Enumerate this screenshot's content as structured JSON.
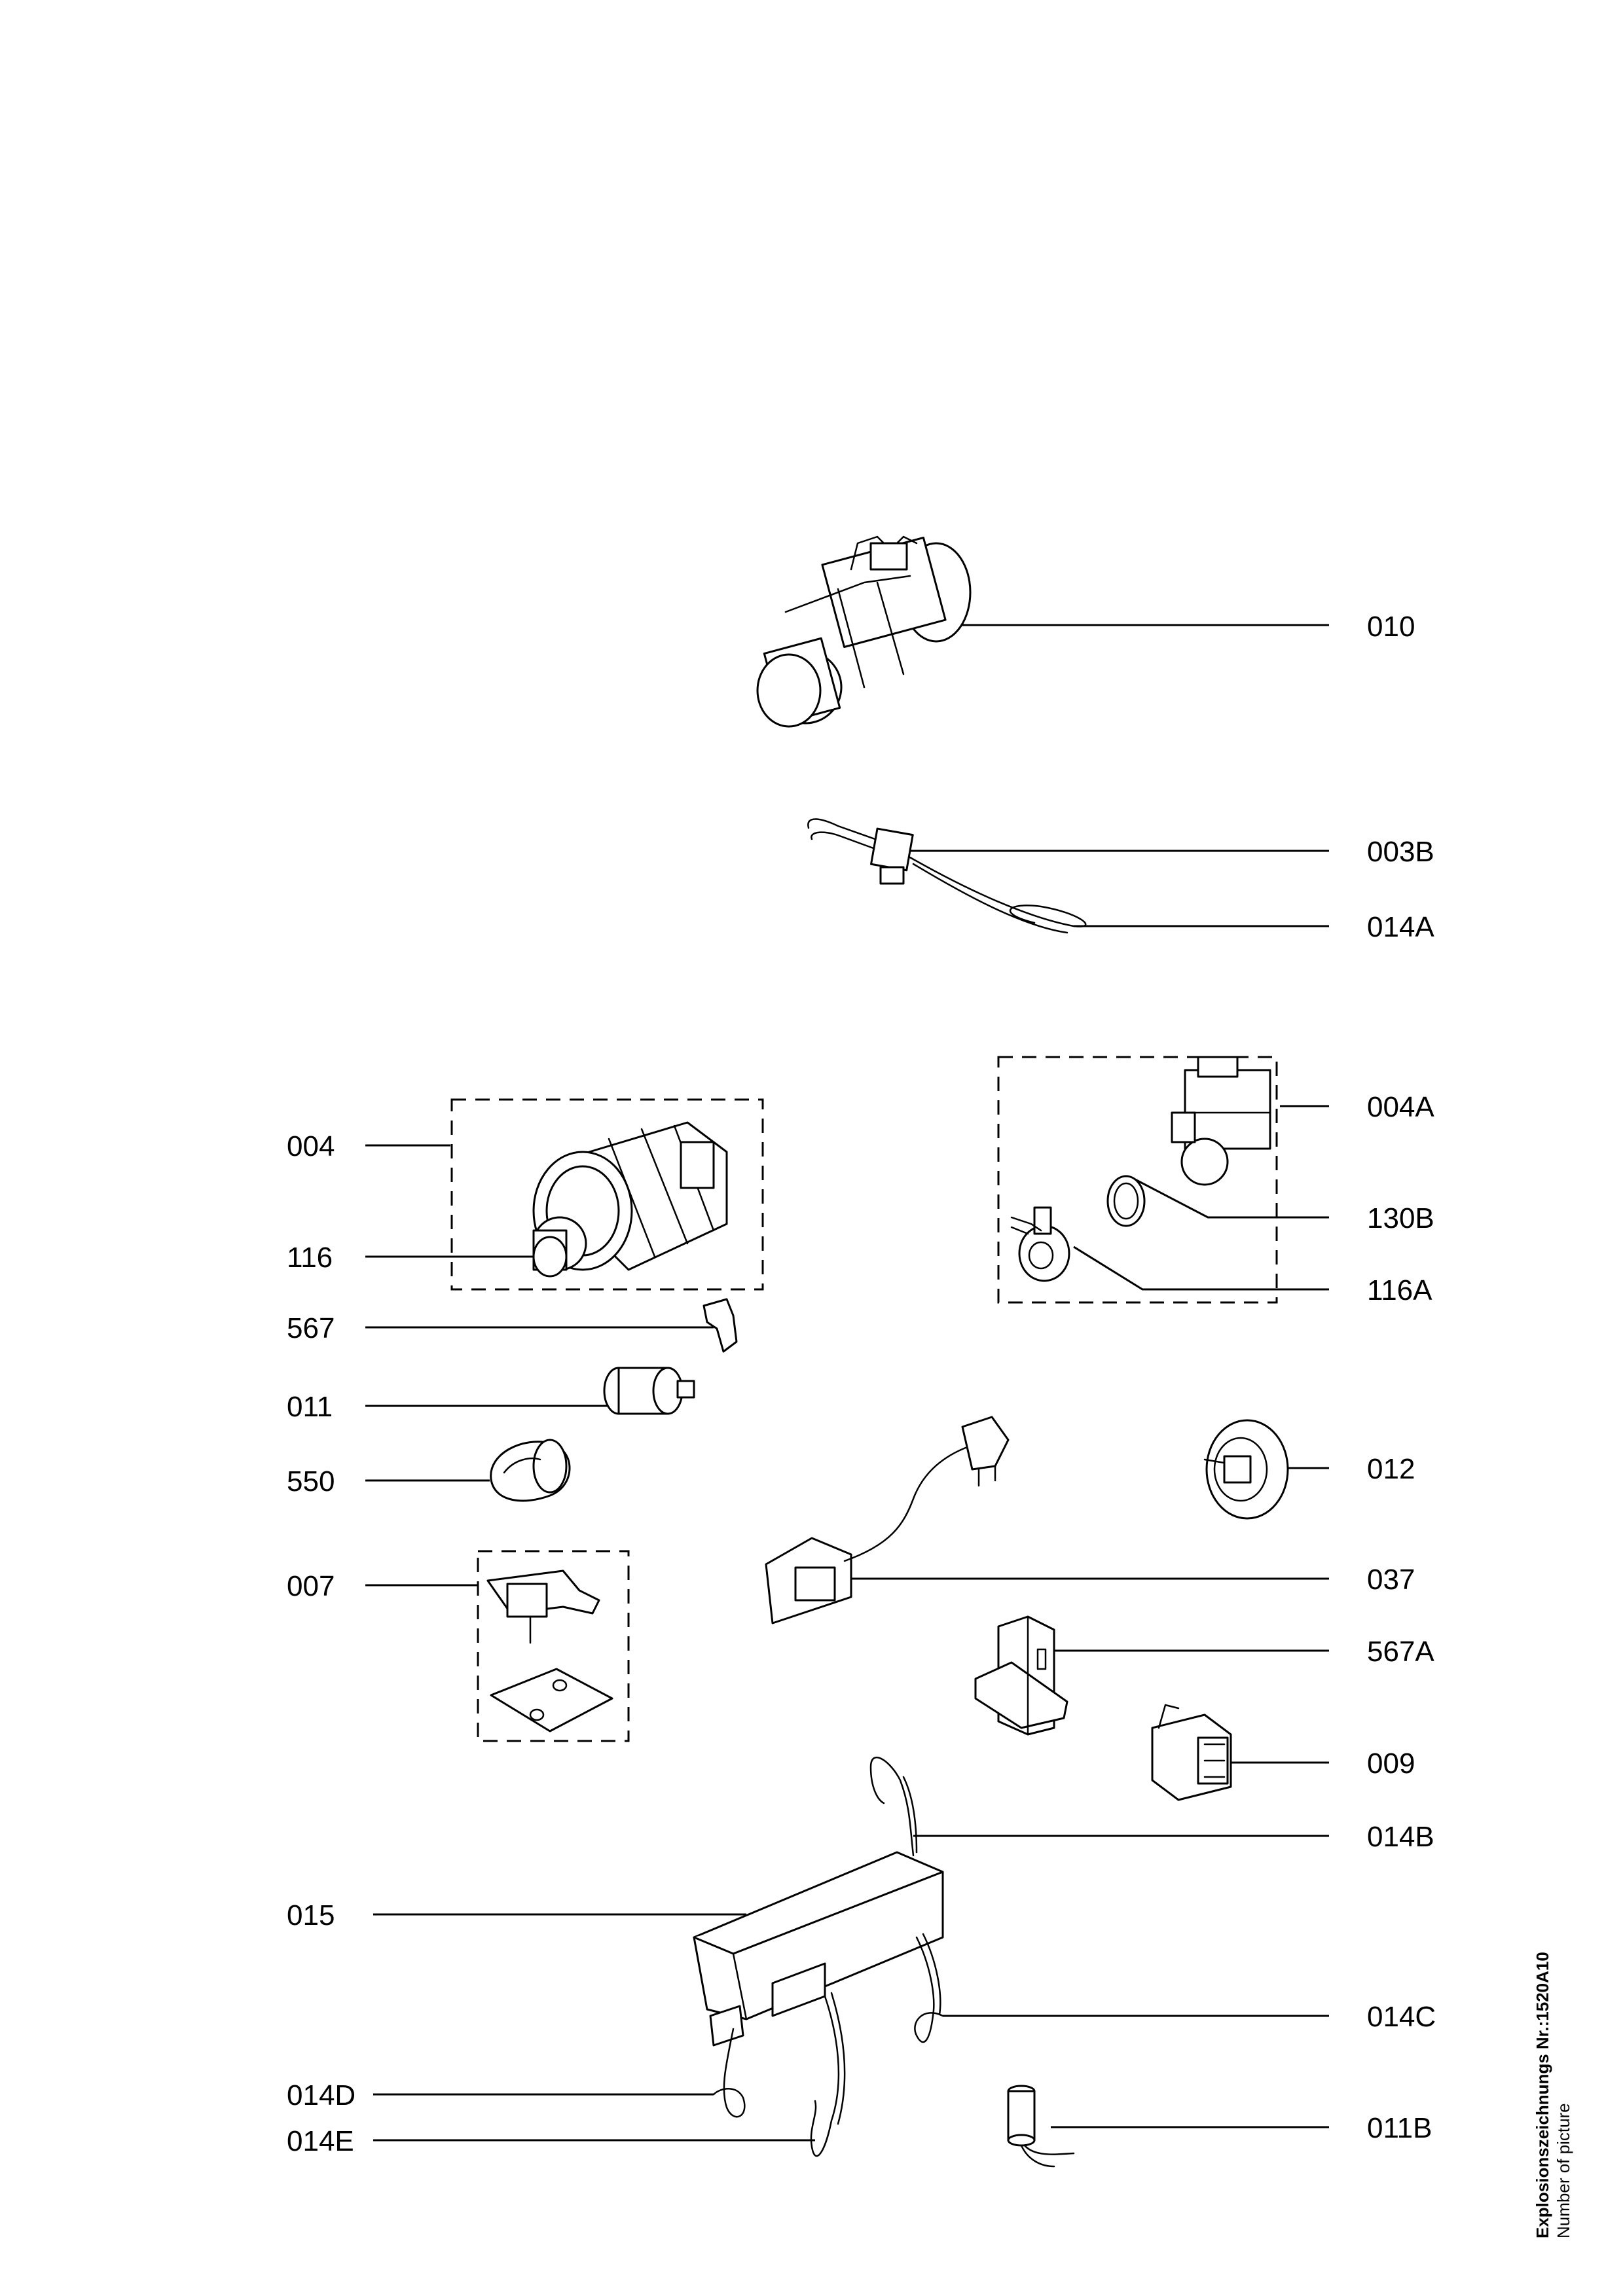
{
  "labels": {
    "p010": "010",
    "p003B": "003B",
    "p014A": "014A",
    "p004A": "004A",
    "p130B": "130B",
    "p116A": "116A",
    "p004": "004",
    "p116": "116",
    "p567": "567",
    "p011": "011",
    "p550": "550",
    "p012": "012",
    "p007": "007",
    "p037": "037",
    "p567A": "567A",
    "p009": "009",
    "p014B": "014B",
    "p015": "015",
    "p014C": "014C",
    "p014D": "014D",
    "p014E": "014E",
    "p011B": "011B"
  },
  "side_caption": {
    "title": "Explosionszeichnungs Nr.:1520A10",
    "subtitle": "Number of picture"
  }
}
